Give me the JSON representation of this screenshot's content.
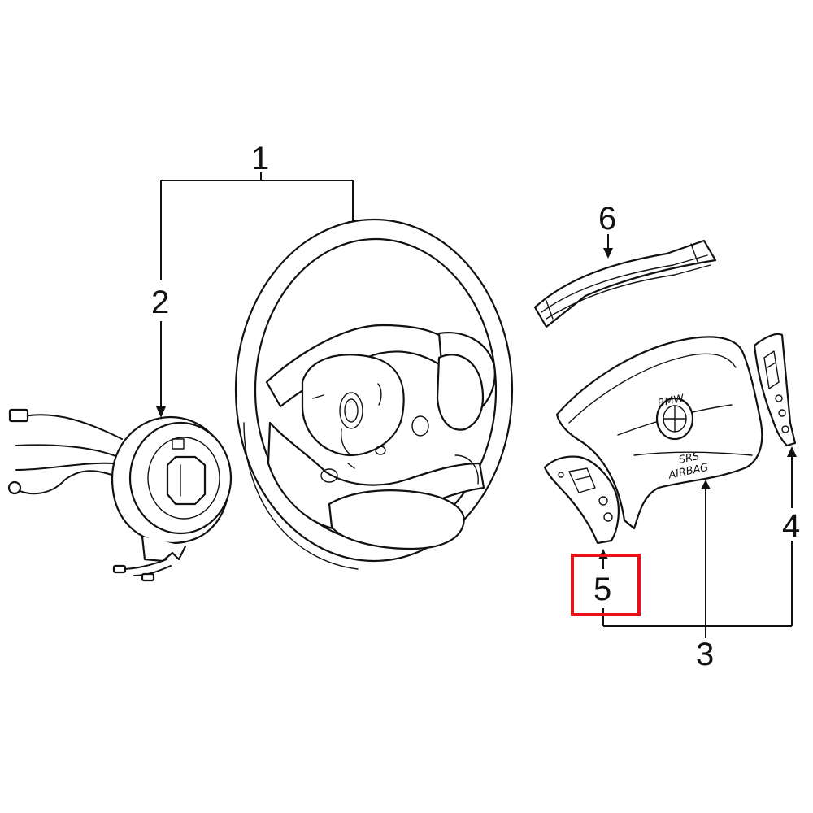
{
  "callouts": {
    "c1": "1",
    "c2": "2",
    "c3": "3",
    "c4": "4",
    "c5": "5",
    "c6": "6"
  },
  "airbag_cover": {
    "line1": "SRS",
    "line2": "AIRBAG",
    "emblem_letters": "BMW"
  },
  "highlight": {
    "target_callout": "5",
    "color": "#e8101a"
  },
  "colors": {
    "line": "#111111",
    "background": "#ffffff",
    "highlight": "#e8101a"
  }
}
